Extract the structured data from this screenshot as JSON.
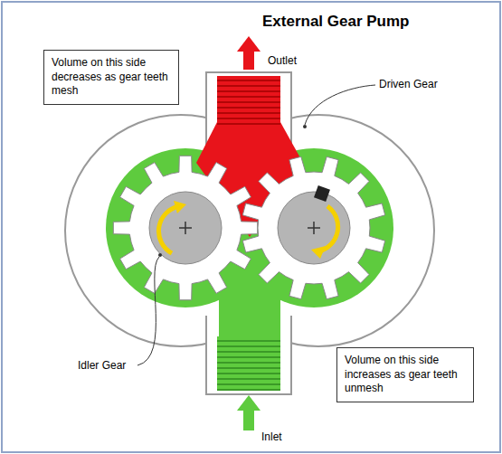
{
  "diagram": {
    "title": "External Gear Pump",
    "nodes": [
      {
        "text": [
          "Volume on this side decreases as gear teeth mesh"
        ]
      },
      {
        "text": [
          "Volume on this side increases as gear teeth unmesh"
        ]
      }
    ],
    "labels": [
      "Outlet",
      "Driven Gear",
      "Idler Gear",
      "Inlet"
    ]
  }
}
